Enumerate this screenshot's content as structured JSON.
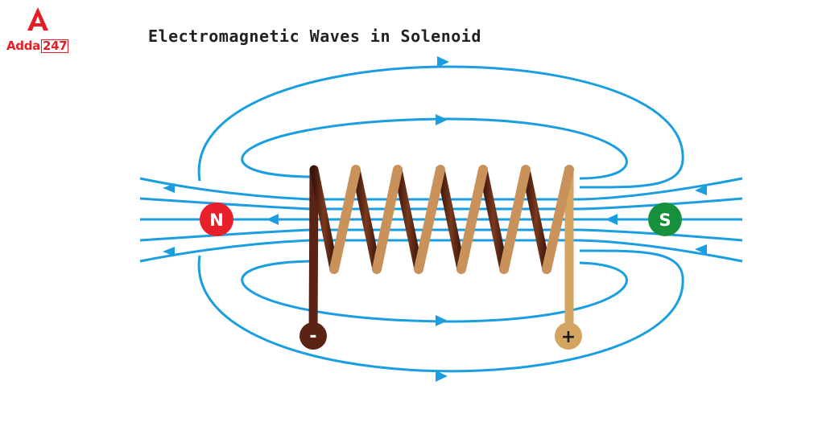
{
  "logo": {
    "brand": "Adda",
    "number": "247"
  },
  "title": "Electromagnetic Waves in Solenoid",
  "poles": {
    "north": "N",
    "south": "S"
  },
  "terminals": {
    "negative": "-",
    "positive": "+"
  },
  "colors": {
    "field_line": "#1a9ee0",
    "north_pole": "#e8202a",
    "south_pole": "#17903d",
    "coil_front": "#c8925a",
    "coil_back": "#5a2a1a",
    "negative_terminal": "#5a2315",
    "positive_terminal": "#d4a463"
  }
}
